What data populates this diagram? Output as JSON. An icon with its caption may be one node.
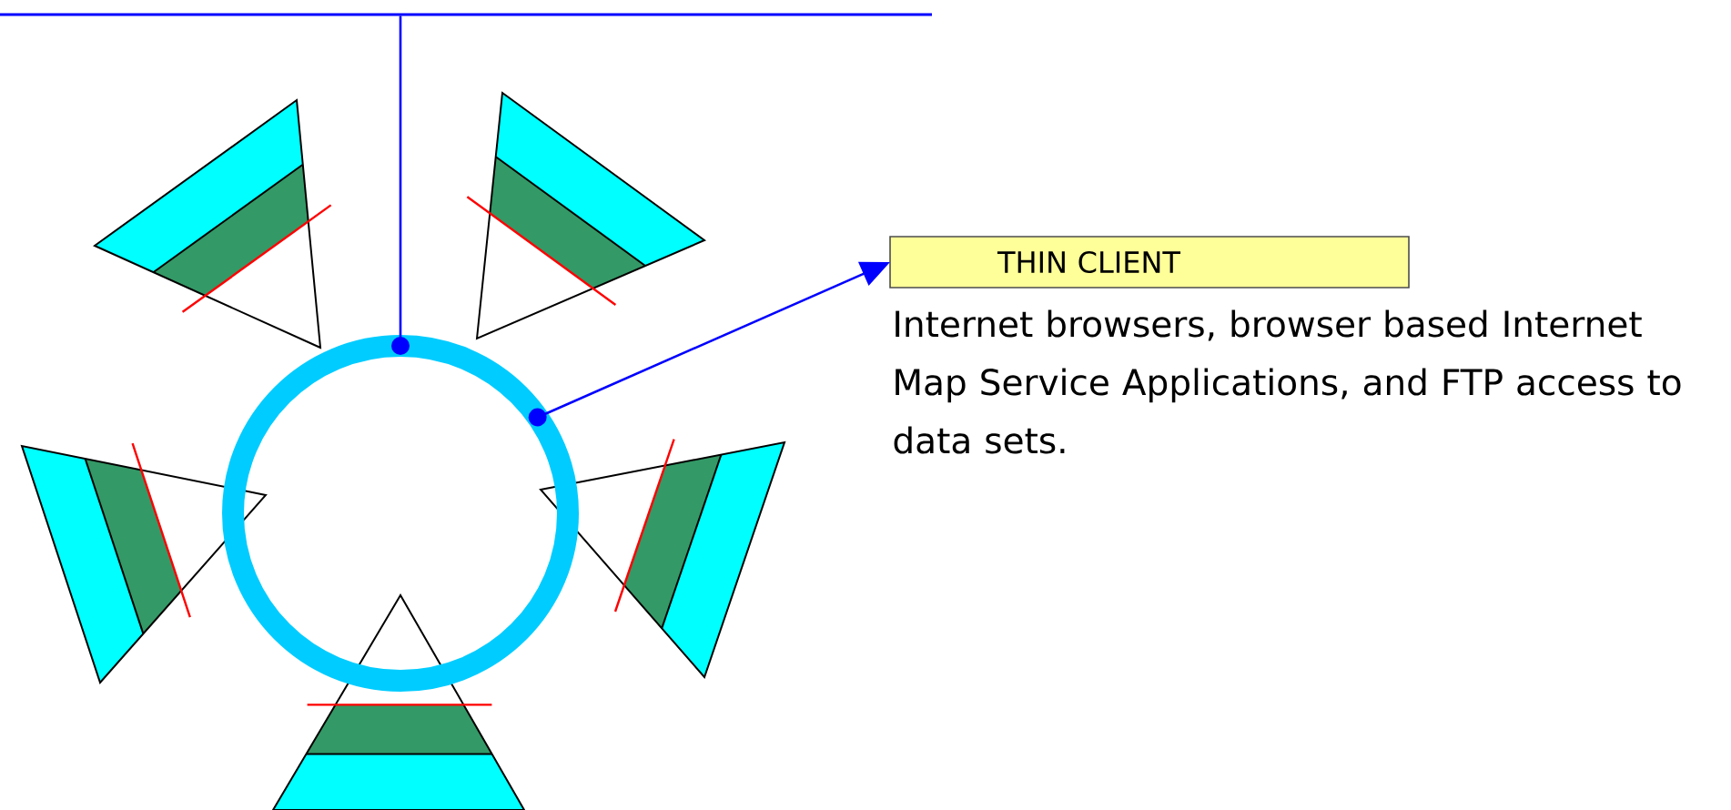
{
  "diagram": {
    "nodes": [
      {
        "text": [],
        "shape": "circle"
      },
      {
        "text": [
          "THIN CLIENT"
        ],
        "beside": [
          "Internet browsers, browser based Internet Map Service Applications, and FTP access to data sets."
        ]
      },
      {
        "text": [],
        "shape": "bar"
      }
    ],
    "edges": [
      {
        "from": 0,
        "to": 1,
        "arrow": "to"
      },
      {
        "from": 0,
        "to": 2,
        "arrow": "other"
      }
    ]
  }
}
